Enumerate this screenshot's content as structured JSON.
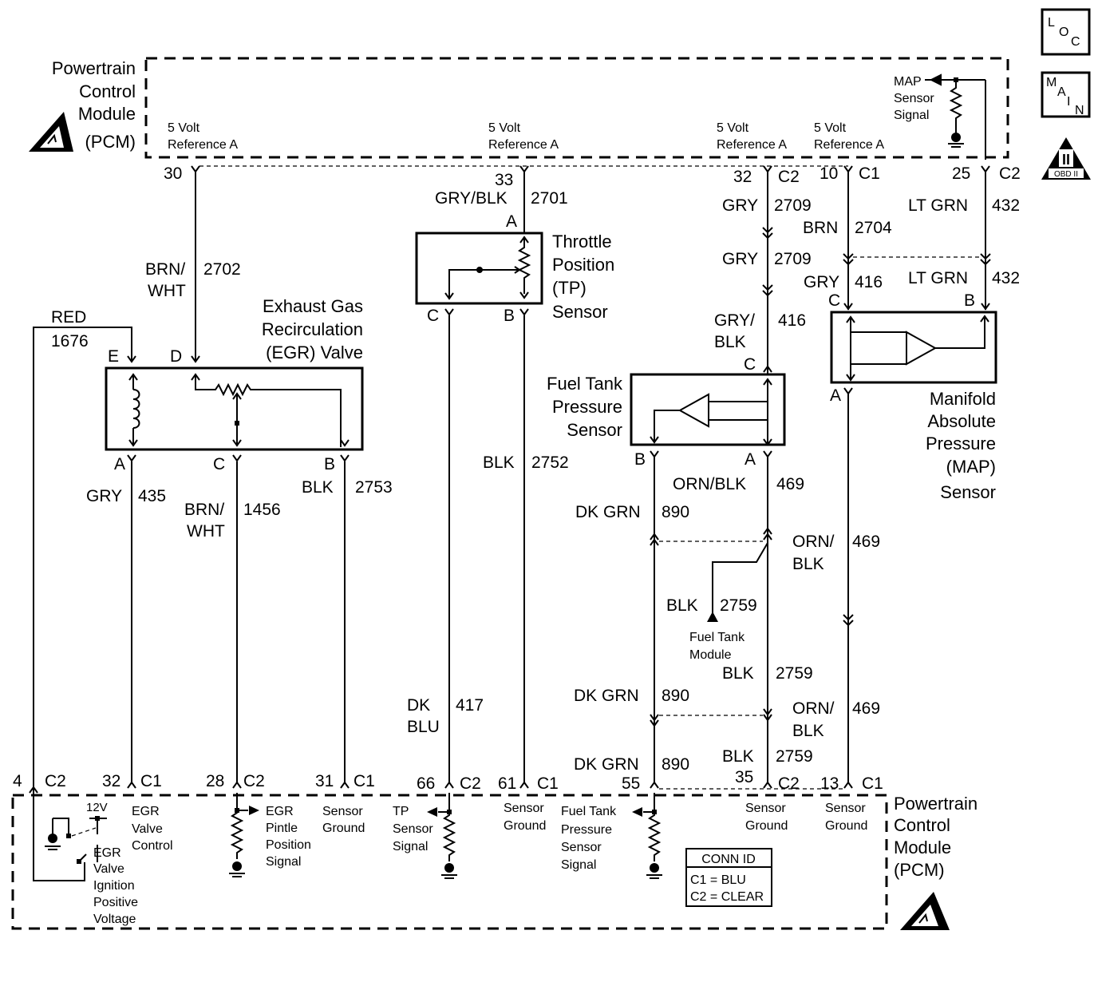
{
  "pcm_top": {
    "title_lines": [
      "Powertrain",
      "Control",
      "Module",
      "(PCM)"
    ],
    "ref_a": [
      "5 Volt",
      "Reference A"
    ],
    "map_signal": [
      "MAP",
      "Sensor",
      "Signal"
    ]
  },
  "legend_icons": {
    "loc": [
      "L",
      "O",
      "C"
    ],
    "main": [
      "M",
      "A",
      "I",
      "N"
    ],
    "obd": [
      "II",
      "OBD II"
    ]
  },
  "pins_top": [
    {
      "pin": "30",
      "conn": ""
    },
    {
      "pin": "33",
      "conn": ""
    },
    {
      "pin": "32",
      "conn": "C2"
    },
    {
      "pin": "10",
      "conn": "C1"
    },
    {
      "pin": "25",
      "conn": "C2"
    }
  ],
  "wires": {
    "w2701": {
      "color": "GRY/BLK",
      "circuit": "2701"
    },
    "w2702": {
      "color": [
        "BRN/",
        "WHT"
      ],
      "circuit": "2702"
    },
    "w1676": {
      "color": "RED",
      "circuit": "1676"
    },
    "w2709a": {
      "color": "GRY",
      "circuit": "2709"
    },
    "w2709b": {
      "color": "GRY",
      "circuit": "2709"
    },
    "w416a": {
      "color": [
        "GRY/",
        "BLK"
      ],
      "circuit": "416"
    },
    "w2704": {
      "color": "BRN",
      "circuit": "2704"
    },
    "w416b": {
      "color": "GRY",
      "circuit": "416"
    },
    "w432a": {
      "color": "LT GRN",
      "circuit": "432"
    },
    "w432b": {
      "color": "LT GRN",
      "circuit": "432"
    },
    "w435": {
      "color": "GRY",
      "circuit": "435"
    },
    "w1456": {
      "color": [
        "BRN/",
        "WHT"
      ],
      "circuit": "1456"
    },
    "w2753": {
      "color": "BLK",
      "circuit": "2753"
    },
    "w2752": {
      "color": "BLK",
      "circuit": "2752"
    },
    "w417": {
      "color": [
        "DK",
        "BLU"
      ],
      "circuit": "417"
    },
    "w469a": {
      "color": "ORN/BLK",
      "circuit": "469"
    },
    "w469b": {
      "color": [
        "ORN/",
        "BLK"
      ],
      "circuit": "469"
    },
    "w469c": {
      "color": [
        "ORN/",
        "BLK"
      ],
      "circuit": "469"
    },
    "w890a": {
      "color": "DK GRN",
      "circuit": "890"
    },
    "w890b": {
      "color": "DK GRN",
      "circuit": "890"
    },
    "w890c": {
      "color": "DK GRN",
      "circuit": "890"
    },
    "w2759a": {
      "color": "BLK",
      "circuit": "2759"
    },
    "w2759b": {
      "color": "BLK",
      "circuit": "2759"
    },
    "w2759c": {
      "color": "BLK",
      "circuit": "2759"
    }
  },
  "components": {
    "tp": {
      "name": [
        "Throttle",
        "Position",
        "(TP)",
        "Sensor"
      ],
      "pins": [
        "A",
        "B",
        "C"
      ]
    },
    "egr": {
      "name": [
        "Exhaust Gas",
        "Recirculation",
        "(EGR) Valve"
      ],
      "pins": [
        "E",
        "D",
        "A",
        "C",
        "B"
      ]
    },
    "ftp": {
      "name": [
        "Fuel Tank",
        "Pressure",
        "Sensor"
      ],
      "pins": [
        "C",
        "B",
        "A"
      ]
    },
    "map": {
      "name": [
        "Manifold",
        "Absolute",
        "Pressure",
        "(MAP)",
        "Sensor"
      ],
      "pins": [
        "C",
        "B",
        "A"
      ]
    },
    "ftm": [
      "Fuel Tank",
      "Module"
    ]
  },
  "pins_bottom": [
    {
      "pin": "4",
      "conn": "C2"
    },
    {
      "pin": "32",
      "conn": "C1"
    },
    {
      "pin": "28",
      "conn": "C2"
    },
    {
      "pin": "31",
      "conn": "C1"
    },
    {
      "pin": "66",
      "conn": "C2"
    },
    {
      "pin": "61",
      "conn": "C1"
    },
    {
      "pin": "55",
      "conn": ""
    },
    {
      "pin": "35",
      "conn": "C2"
    },
    {
      "pin": "13",
      "conn": "C1"
    }
  ],
  "pcm_bottom": {
    "title_lines": [
      "Powertrain",
      "Control",
      "Module",
      "(PCM)"
    ],
    "v12": "12V",
    "egr_control": [
      "EGR",
      "Valve",
      "Control"
    ],
    "egr_ign": [
      "EGR",
      "Valve",
      "Ignition",
      "Positive",
      "Voltage"
    ],
    "pintle": [
      "EGR",
      "Pintle",
      "Position",
      "Signal"
    ],
    "sensor_ground": [
      "Sensor",
      "Ground"
    ],
    "tp_signal": [
      "TP",
      "Sensor",
      "Signal"
    ],
    "ftp_signal": [
      "Fuel Tank",
      "Pressure",
      "Sensor",
      "Signal"
    ]
  },
  "conn_id": {
    "title": "CONN ID",
    "rows": [
      "C1 = BLU",
      "C2 = CLEAR"
    ]
  }
}
